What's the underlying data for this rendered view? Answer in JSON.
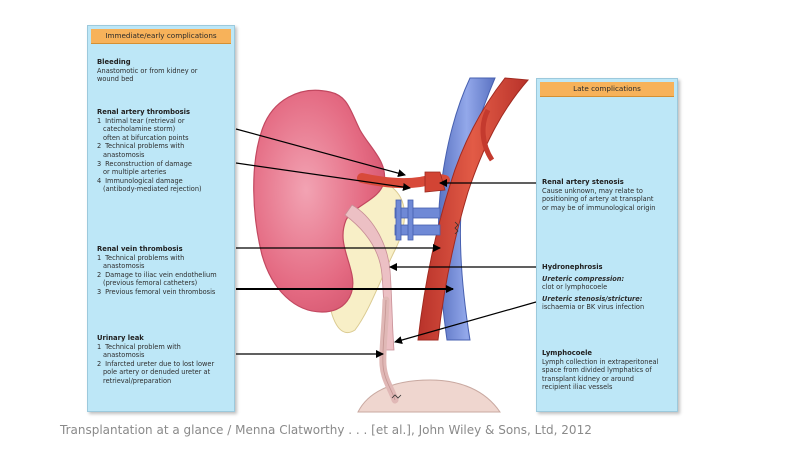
{
  "left_panel": {
    "header": "Immediate/early complications",
    "bleeding": {
      "title": "Bleeding",
      "text": "Anastomotic or from kidney or wound bed"
    },
    "artery": {
      "title": "Renal artery thrombosis",
      "items": [
        {
          "num": "1",
          "line1": "Intimal tear (retrieval or",
          "line2": "catecholamine storm)",
          "line3": "often at bifurcation points"
        },
        {
          "num": "2",
          "line1": "Technical problems with",
          "line2": "anastomosis"
        },
        {
          "num": "3",
          "line1": "Reconstruction of damage",
          "line2": "or multiple arteries"
        },
        {
          "num": "4",
          "line1": "Immunological damage",
          "line2": "(antibody-mediated rejection)"
        }
      ]
    },
    "vein": {
      "title": "Renal vein thrombosis",
      "items": [
        {
          "num": "1",
          "line1": "Technical problems with",
          "line2": "anastomosis"
        },
        {
          "num": "2",
          "line1": "Damage to iliac vein endothelium",
          "line2": "(previous femoral catheters)"
        },
        {
          "num": "3",
          "line1": "Previous femoral vein thrombosis"
        }
      ]
    },
    "urinary": {
      "title": "Urinary leak",
      "items": [
        {
          "num": "1",
          "line1": "Technical problem with",
          "line2": "anastomosis"
        },
        {
          "num": "2",
          "line1": "Infarcted ureter due to lost lower",
          "line2": "pole artery or denuded ureter at",
          "line3": "retrieval/preparation"
        }
      ]
    }
  },
  "right_panel": {
    "header": "Late complications",
    "stenosis": {
      "title": "Renal artery stenosis",
      "line1": "Cause unknown, may relate to",
      "line2": "positioning of artery at transplant",
      "line3": "or may be of immunological origin"
    },
    "hydro": {
      "title": "Hydronephrosis"
    },
    "compression": {
      "title": "Ureteric compression:",
      "text": "clot or lymphocoele"
    },
    "stricture": {
      "title": "Ureteric stenosis/stricture:",
      "text": "ischaemia or BK virus infection"
    },
    "lympho": {
      "title": "Lymphocoele",
      "line1": "Lymph collection in extraperitoneal",
      "line2": "space from divided lymphatics of",
      "line3": "transplant kidney or around",
      "line4": "recipient iliac vessels"
    }
  },
  "caption": "Transplantation at a glance / Menna Clatworthy . . . [et al.], John Wiley & Sons, Ltd, 2012",
  "colors": {
    "panel_bg": "#bde7f7",
    "header_bg": "#f7b25a",
    "kidney": "#e56f86",
    "artery": "#d84a3a",
    "vein": "#6f89d6",
    "bladder": "#eed3cc"
  }
}
